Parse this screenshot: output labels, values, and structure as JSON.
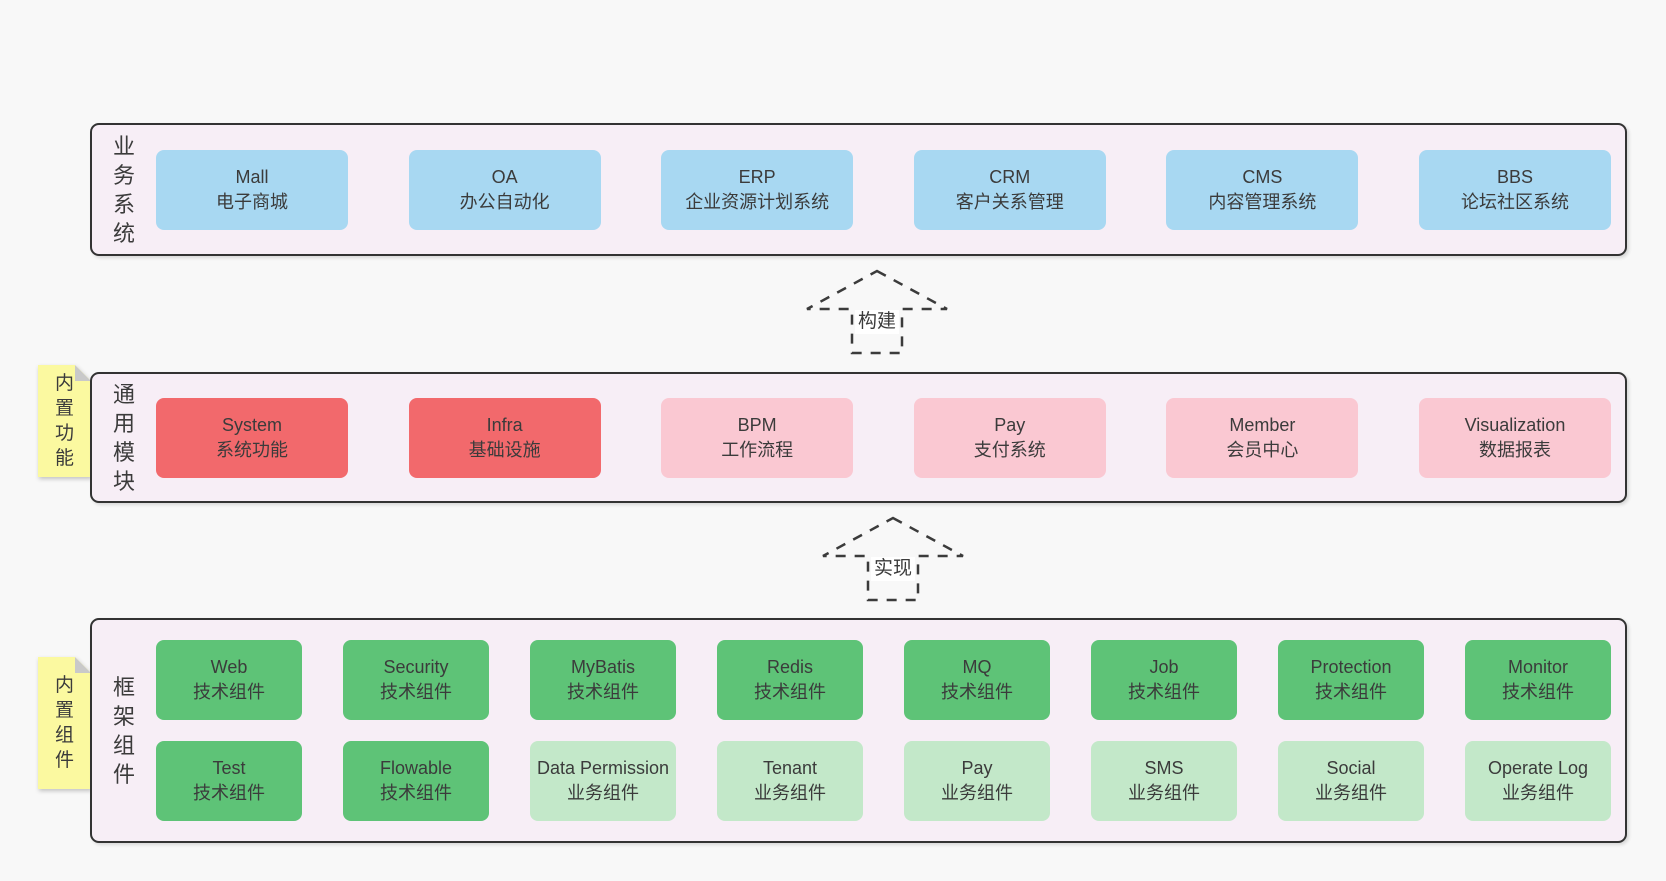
{
  "colors": {
    "page_bg": "#f8f8f8",
    "layer_bg": "#f7eef6",
    "layer_border": "#333333",
    "text": "#3b3b3b",
    "blue": "#a8d8f2",
    "red": "#f2696c",
    "pink": "#fac8d2",
    "green": "#5ec377",
    "light_green": "#c3e8c9",
    "note_bg": "#fbf9a0",
    "note_fold": "#c9c9c9",
    "arrow_stroke": "#3b3b3b"
  },
  "layers": [
    {
      "id": "business-systems",
      "label": "业务系统",
      "note": null,
      "rows": [
        [
          {
            "name": "Mall",
            "sub": "电子商城",
            "variant": "blue"
          },
          {
            "name": "OA",
            "sub": "办公自动化",
            "variant": "blue"
          },
          {
            "name": "ERP",
            "sub": "企业资源计划系统",
            "variant": "blue"
          },
          {
            "name": "CRM",
            "sub": "客户关系管理",
            "variant": "blue"
          },
          {
            "name": "CMS",
            "sub": "内容管理系统",
            "variant": "blue"
          },
          {
            "name": "BBS",
            "sub": "论坛社区系统",
            "variant": "blue"
          }
        ]
      ]
    },
    {
      "id": "common-modules",
      "label": "通用模块",
      "note": "内置功能",
      "rows": [
        [
          {
            "name": "System",
            "sub": "系统功能",
            "variant": "red"
          },
          {
            "name": "Infra",
            "sub": "基础设施",
            "variant": "red"
          },
          {
            "name": "BPM",
            "sub": "工作流程",
            "variant": "pink"
          },
          {
            "name": "Pay",
            "sub": "支付系统",
            "variant": "pink"
          },
          {
            "name": "Member",
            "sub": "会员中心",
            "variant": "pink"
          },
          {
            "name": "Visualization",
            "sub": "数据报表",
            "variant": "pink"
          }
        ]
      ]
    },
    {
      "id": "framework-components",
      "label": "框架组件",
      "note": "内置组件",
      "rows": [
        [
          {
            "name": "Web",
            "sub": "技术组件",
            "variant": "green"
          },
          {
            "name": "Security",
            "sub": "技术组件",
            "variant": "green"
          },
          {
            "name": "MyBatis",
            "sub": "技术组件",
            "variant": "green"
          },
          {
            "name": "Redis",
            "sub": "技术组件",
            "variant": "green"
          },
          {
            "name": "MQ",
            "sub": "技术组件",
            "variant": "green"
          },
          {
            "name": "Job",
            "sub": "技术组件",
            "variant": "green"
          },
          {
            "name": "Protection",
            "sub": "技术组件",
            "variant": "green"
          },
          {
            "name": "Monitor",
            "sub": "技术组件",
            "variant": "green"
          }
        ],
        [
          {
            "name": "Test",
            "sub": "技术组件",
            "variant": "green"
          },
          {
            "name": "Flowable",
            "sub": "技术组件",
            "variant": "green"
          },
          {
            "name": "Data Permission",
            "sub": "业务组件",
            "variant": "light_green"
          },
          {
            "name": "Tenant",
            "sub": "业务组件",
            "variant": "light_green"
          },
          {
            "name": "Pay",
            "sub": "业务组件",
            "variant": "light_green"
          },
          {
            "name": "SMS",
            "sub": "业务组件",
            "variant": "light_green"
          },
          {
            "name": "Social",
            "sub": "业务组件",
            "variant": "light_green"
          },
          {
            "name": "Operate Log",
            "sub": "业务组件",
            "variant": "light_green"
          }
        ]
      ]
    }
  ],
  "arrows": [
    {
      "label": "构建"
    },
    {
      "label": "实现"
    }
  ]
}
